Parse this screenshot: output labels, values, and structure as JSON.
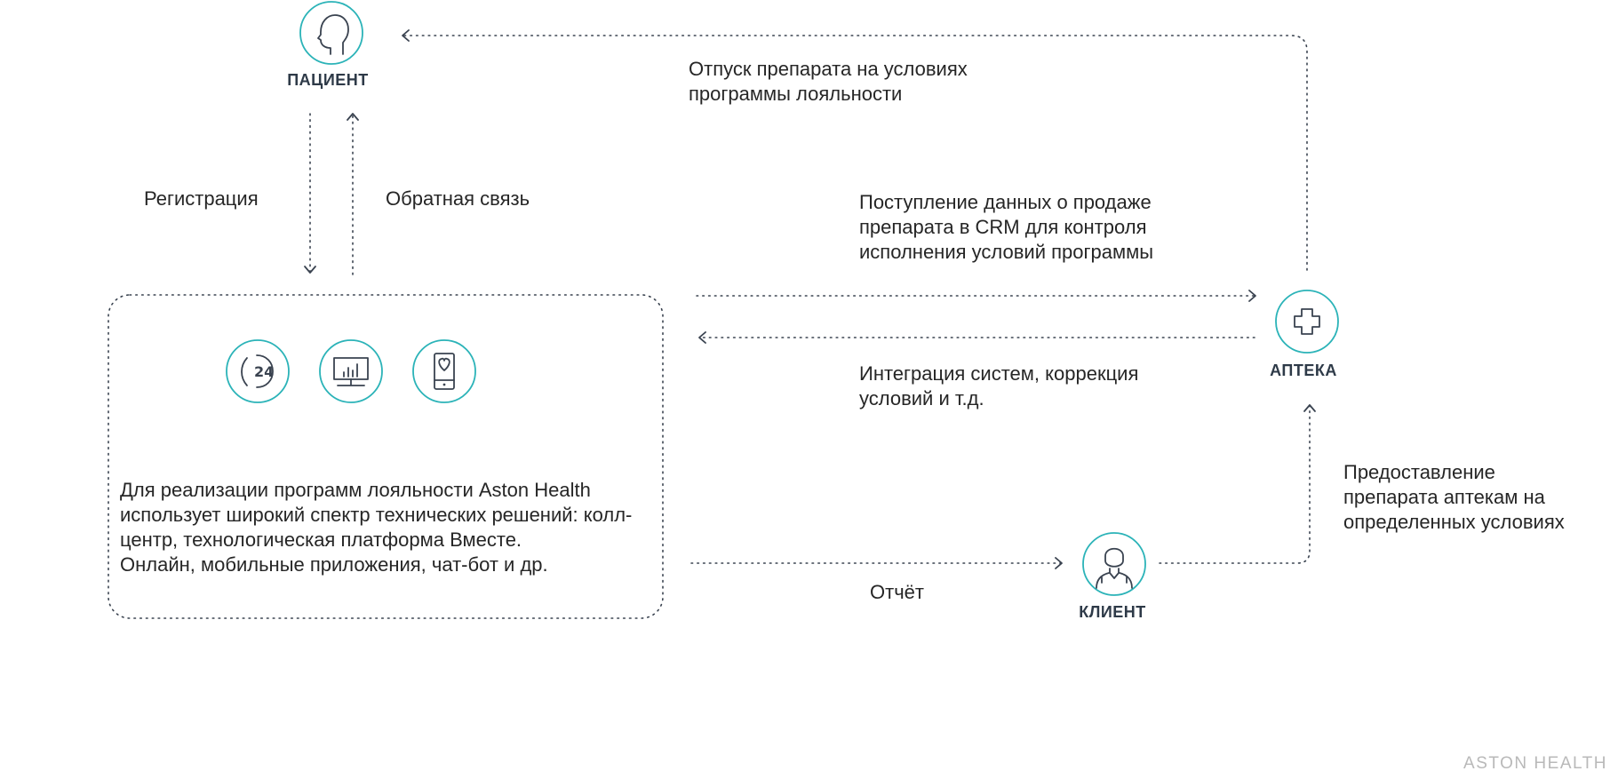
{
  "nodes": {
    "patient": {
      "label": "ПАЦИЕНТ",
      "icon": "patient-head-icon"
    },
    "pharmacy": {
      "label": "АПТЕКА",
      "icon": "medical-cross-icon"
    },
    "client": {
      "label": "КЛИЕНТ",
      "icon": "doctor-icon"
    }
  },
  "service_icons": [
    "callcenter-24-icon",
    "analytics-monitor-icon",
    "mobile-heart-icon"
  ],
  "edges": {
    "registration": "Регистрация",
    "feedback": "Обратная связь",
    "dispense": "Отпуск препарата на условиях\nпрограммы лояльности",
    "sales_data": "Поступление данных о продаже\nпрепарата в CRM для контроля\nисполнения условий программы",
    "integration": "Интеграция систем, коррекция\nусловий и т.д.",
    "supply": "Предоставление\nпрепарата аптекам на\nопределенных условиях",
    "report": "Отчёт"
  },
  "platform_description": "Для реализации программ лояльности Aston Health\nиспользует широкий спектр технических решений: колл-\nцентр, технологическая платформа Вместе.\nОнлайн, мобильные приложения, чат-бот и др.",
  "watermark": "ASTON HEALTH",
  "colors": {
    "accent": "#2bb3b8",
    "icon_stroke": "#3a4350",
    "connector": "#3a4350",
    "text": "#262626",
    "watermark": "#b9b9b9"
  }
}
